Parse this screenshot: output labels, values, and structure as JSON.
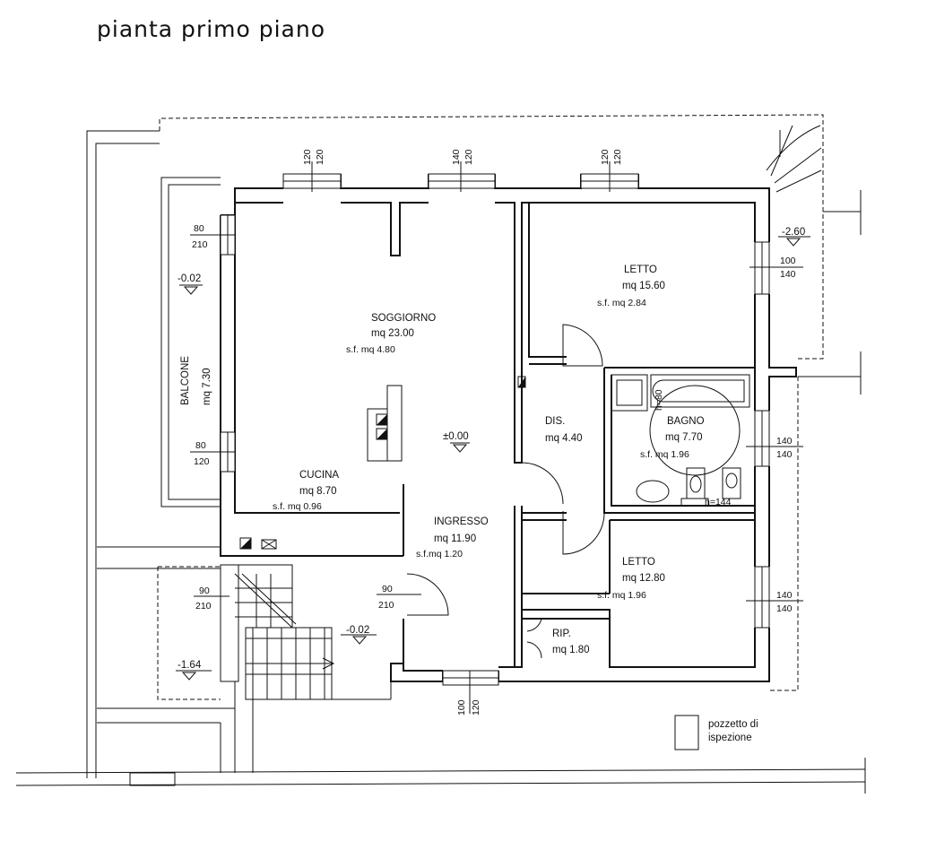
{
  "title": "pianta primo piano",
  "rooms": {
    "soggiorno": {
      "name": "SOGGIORNO",
      "area": "mq 23.00",
      "sf": "s.f. mq   4.80"
    },
    "cucina": {
      "name": "CUCINA",
      "area": "mq  8.70",
      "sf": "s.f. mq  0.96"
    },
    "ingresso": {
      "name": "INGRESSO",
      "area": "mq  11.90",
      "sf": "s.f.mq    1.20"
    },
    "letto1": {
      "name": "LETTO",
      "area": "mq  15.60",
      "sf": "s.f.  mq    2.84"
    },
    "letto2": {
      "name": "LETTO",
      "area": "mq  12.80",
      "sf": "s.f.  mq    1.96"
    },
    "bagno": {
      "name": "BAGNO",
      "area": "mq  7.70",
      "sf": "s.f.  mq  1.96",
      "h_top": "h=80",
      "h_bottom": "h=144"
    },
    "dis": {
      "name": "DIS.",
      "area": "mq  4.40"
    },
    "rip": {
      "name": "RIP.",
      "area": "mq  1.80"
    },
    "balcone": {
      "name": "BALCONE",
      "area": "mq  7.30"
    }
  },
  "openings": [
    {
      "id": "top1",
      "a": "120",
      "b": "120"
    },
    {
      "id": "top2",
      "a": "140",
      "b": "120"
    },
    {
      "id": "top3",
      "a": "120",
      "b": "120"
    },
    {
      "id": "left1",
      "a": "80",
      "b": "210"
    },
    {
      "id": "left2",
      "a": "80",
      "b": "120"
    },
    {
      "id": "right1",
      "a": "100",
      "b": "140"
    },
    {
      "id": "right2",
      "a": "140",
      "b": "140"
    },
    {
      "id": "right3",
      "a": "140",
      "b": "140"
    },
    {
      "id": "stair",
      "a": "90",
      "b": "210"
    },
    {
      "id": "entry",
      "a": "90",
      "b": "210"
    },
    {
      "id": "bottom",
      "a": "100",
      "b": "120"
    }
  ],
  "levels": {
    "center": "±0.00",
    "balcony": "-0.02",
    "landing": "-0.02",
    "stair_bottom": "-1.64",
    "right_stair": "-2.60"
  },
  "legend": {
    "line1": "pozzetto di",
    "line2": "ispezione"
  }
}
